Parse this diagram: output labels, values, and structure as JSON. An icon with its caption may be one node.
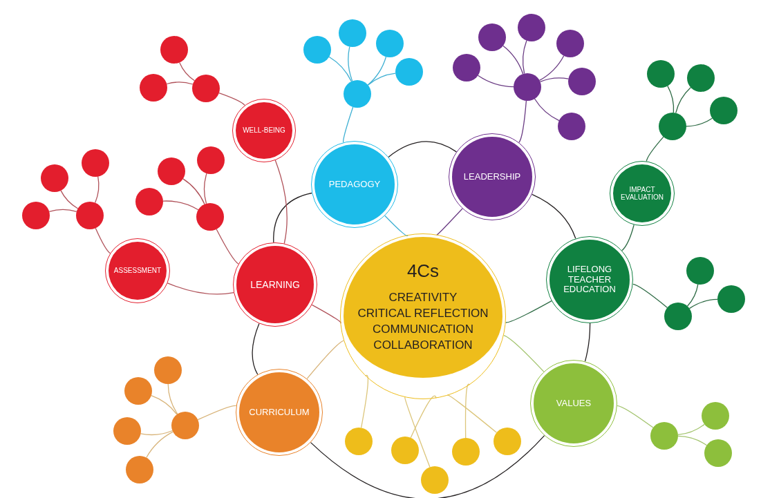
{
  "diagram": {
    "nodes": [
      {
        "text": [
          "4Cs",
          "CREATIVITY",
          "CRITICAL REFLECTION",
          "COMMUNICATION",
          "COLLABORATION"
        ]
      },
      {
        "text": [
          "WELL-BEING"
        ]
      },
      {
        "text": [
          "PEDAGOGY"
        ]
      },
      {
        "text": [
          "LEADERSHIP"
        ]
      },
      {
        "text": [
          "IMPACT EVALUATION"
        ]
      },
      {
        "text": [
          "ASSESSMENT"
        ]
      },
      {
        "text": [
          "LEARNING"
        ]
      },
      {
        "text": [
          "LIFELONG TEACHER EDUCATION"
        ]
      },
      {
        "text": [
          "CURRICULUM"
        ]
      },
      {
        "text": [
          "VALUES"
        ]
      },
      {
        "text": [],
        "shape": "circle"
      },
      {
        "text": [],
        "shape": "circle"
      },
      {
        "text": [],
        "shape": "circle"
      },
      {
        "text": [],
        "shape": "circle"
      },
      {
        "text": [],
        "shape": "circle"
      },
      {
        "text": [],
        "shape": "circle"
      },
      {
        "text": [],
        "shape": "circle"
      },
      {
        "text": [],
        "shape": "circle"
      },
      {
        "text": [],
        "shape": "circle"
      },
      {
        "text": [],
        "shape": "circle"
      },
      {
        "text": [],
        "shape": "circle"
      },
      {
        "text": [],
        "shape": "circle"
      },
      {
        "text": [],
        "shape": "circle"
      },
      {
        "text": [],
        "shape": "circle"
      },
      {
        "text": [],
        "shape": "circle"
      },
      {
        "text": [],
        "shape": "circle"
      },
      {
        "text": [],
        "shape": "circle"
      },
      {
        "text": [],
        "shape": "circle"
      },
      {
        "text": [],
        "shape": "circle"
      },
      {
        "text": [],
        "shape": "circle"
      },
      {
        "text": [],
        "shape": "circle"
      },
      {
        "text": [],
        "shape": "circle"
      },
      {
        "text": [],
        "shape": "circle"
      },
      {
        "text": [],
        "shape": "circle"
      },
      {
        "text": [],
        "shape": "circle"
      },
      {
        "text": [],
        "shape": "circle"
      },
      {
        "text": [],
        "shape": "circle"
      },
      {
        "text": [],
        "shape": "circle"
      },
      {
        "text": [],
        "shape": "circle"
      },
      {
        "text": [],
        "shape": "circle"
      },
      {
        "text": [],
        "shape": "circle"
      },
      {
        "text": [],
        "shape": "circle"
      },
      {
        "text": [],
        "shape": "circle"
      },
      {
        "text": [],
        "shape": "circle"
      },
      {
        "text": [],
        "shape": "circle"
      },
      {
        "text": [],
        "shape": "circle"
      },
      {
        "text": [],
        "shape": "circle"
      },
      {
        "text": [],
        "shape": "circle"
      },
      {
        "text": [],
        "shape": "circle"
      },
      {
        "text": [],
        "shape": "circle"
      },
      {
        "text": [],
        "shape": "circle"
      },
      {
        "text": [],
        "shape": "circle"
      },
      {
        "text": [],
        "shape": "circle"
      }
    ],
    "edges": [
      {
        "from": 6,
        "to": 2,
        "arrow": "none",
        "color": "#231f20"
      },
      {
        "from": 2,
        "to": 3,
        "arrow": "none",
        "color": "#231f20"
      },
      {
        "from": 3,
        "to": 7,
        "arrow": "none",
        "color": "#231f20"
      },
      {
        "from": 7,
        "to": 9,
        "arrow": "none",
        "color": "#231f20"
      },
      {
        "from": 9,
        "to": 8,
        "arrow": "none",
        "color": "#231f20"
      },
      {
        "from": 8,
        "to": 6,
        "arrow": "none",
        "color": "#231f20"
      },
      {
        "from": 0,
        "to": 6,
        "arrow": "none",
        "color": "#b0525a"
      },
      {
        "from": 0,
        "to": 2,
        "arrow": "none",
        "color": "#3fb0d3"
      },
      {
        "from": 0,
        "to": 3,
        "arrow": "none",
        "color": "#6a3b83"
      },
      {
        "from": 0,
        "to": 7,
        "arrow": "none",
        "color": "#2e6b45"
      },
      {
        "from": 0,
        "to": 9,
        "arrow": "none",
        "color": "#a3c46e"
      },
      {
        "from": 0,
        "to": 8,
        "arrow": "none",
        "color": "#d8b47a"
      },
      {
        "from": 1,
        "to": 6,
        "arrow": "none",
        "color": "#b0525a"
      },
      {
        "from": 5,
        "to": 6,
        "arrow": "none",
        "color": "#b0525a"
      },
      {
        "from": 4,
        "to": 7,
        "arrow": "none",
        "color": "#2e6b45"
      },
      {
        "from": 1,
        "to": 12,
        "arrow": "none",
        "color": "#b0525a"
      },
      {
        "from": 12,
        "to": 10,
        "arrow": "none",
        "color": "#b0525a"
      },
      {
        "from": 12,
        "to": 11,
        "arrow": "none",
        "color": "#b0525a"
      },
      {
        "from": 6,
        "to": 16,
        "arrow": "none",
        "color": "#b0525a"
      },
      {
        "from": 16,
        "to": 13,
        "arrow": "none",
        "color": "#b0525a"
      },
      {
        "from": 16,
        "to": 14,
        "arrow": "none",
        "color": "#b0525a"
      },
      {
        "from": 16,
        "to": 15,
        "arrow": "none",
        "color": "#b0525a"
      },
      {
        "from": 5,
        "to": 20,
        "arrow": "none",
        "color": "#b0525a"
      },
      {
        "from": 20,
        "to": 17,
        "arrow": "none",
        "color": "#b0525a"
      },
      {
        "from": 20,
        "to": 18,
        "arrow": "none",
        "color": "#b0525a"
      },
      {
        "from": 20,
        "to": 19,
        "arrow": "none",
        "color": "#b0525a"
      },
      {
        "from": 2,
        "to": 25,
        "arrow": "none",
        "color": "#3fb0d3"
      },
      {
        "from": 25,
        "to": 21,
        "arrow": "none",
        "color": "#3fb0d3"
      },
      {
        "from": 25,
        "to": 22,
        "arrow": "none",
        "color": "#3fb0d3"
      },
      {
        "from": 25,
        "to": 23,
        "arrow": "none",
        "color": "#3fb0d3"
      },
      {
        "from": 25,
        "to": 24,
        "arrow": "none",
        "color": "#3fb0d3"
      },
      {
        "from": 3,
        "to": 32,
        "arrow": "none",
        "color": "#6a3b83"
      },
      {
        "from": 32,
        "to": 26,
        "arrow": "none",
        "color": "#6a3b83"
      },
      {
        "from": 32,
        "to": 27,
        "arrow": "none",
        "color": "#6a3b83"
      },
      {
        "from": 32,
        "to": 28,
        "arrow": "none",
        "color": "#6a3b83"
      },
      {
        "from": 32,
        "to": 29,
        "arrow": "none",
        "color": "#6a3b83"
      },
      {
        "from": 32,
        "to": 30,
        "arrow": "none",
        "color": "#6a3b83"
      },
      {
        "from": 32,
        "to": 31,
        "arrow": "none",
        "color": "#6a3b83"
      },
      {
        "from": 4,
        "to": 36,
        "arrow": "none",
        "color": "#2e6b45"
      },
      {
        "from": 36,
        "to": 33,
        "arrow": "none",
        "color": "#2e6b45"
      },
      {
        "from": 36,
        "to": 34,
        "arrow": "none",
        "color": "#2e6b45"
      },
      {
        "from": 36,
        "to": 35,
        "arrow": "none",
        "color": "#2e6b45"
      },
      {
        "from": 7,
        "to": 39,
        "arrow": "none",
        "color": "#2e6b45"
      },
      {
        "from": 39,
        "to": 37,
        "arrow": "none",
        "color": "#2e6b45"
      },
      {
        "from": 39,
        "to": 38,
        "arrow": "none",
        "color": "#2e6b45"
      },
      {
        "from": 8,
        "to": 44,
        "arrow": "none",
        "color": "#d8b47a"
      },
      {
        "from": 44,
        "to": 40,
        "arrow": "none",
        "color": "#d8b47a"
      },
      {
        "from": 44,
        "to": 41,
        "arrow": "none",
        "color": "#d8b47a"
      },
      {
        "from": 44,
        "to": 42,
        "arrow": "none",
        "color": "#d8b47a"
      },
      {
        "from": 44,
        "to": 43,
        "arrow": "none",
        "color": "#d8b47a"
      },
      {
        "from": 9,
        "to": 47,
        "arrow": "none",
        "color": "#a3c46e"
      },
      {
        "from": 47,
        "to": 45,
        "arrow": "none",
        "color": "#a3c46e"
      },
      {
        "from": 47,
        "to": 46,
        "arrow": "none",
        "color": "#a3c46e"
      },
      {
        "from": 0,
        "to": 48,
        "arrow": "none",
        "color": "#dcc57a"
      },
      {
        "from": 0,
        "to": 49,
        "arrow": "none",
        "color": "#dcc57a"
      },
      {
        "from": 0,
        "to": 50,
        "arrow": "none",
        "color": "#dcc57a"
      },
      {
        "from": 0,
        "to": 51,
        "arrow": "none",
        "color": "#dcc57a"
      },
      {
        "from": 0,
        "to": 52,
        "arrow": "none",
        "color": "#dcc57a"
      }
    ]
  }
}
